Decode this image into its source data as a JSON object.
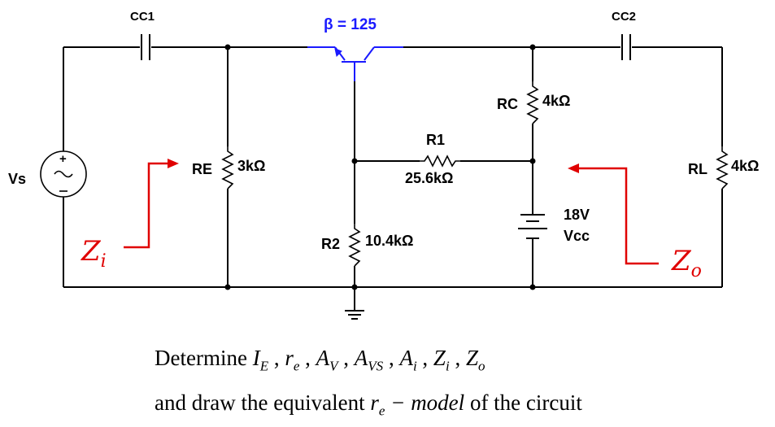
{
  "components": {
    "cc1": "CC1",
    "cc2": "CC2",
    "beta": "β = 125",
    "rc": "RC",
    "rc_value": "4kΩ",
    "r1": "R1",
    "r1_value": "25.6kΩ",
    "re": "RE",
    "re_value": "3kΩ",
    "r2": "R2",
    "r2_value": "10.4kΩ",
    "rl": "RL",
    "rl_value": "4kΩ",
    "vs": "Vs",
    "supply_voltage": "18V",
    "supply_name": "Vcc"
  },
  "impedance_labels": {
    "zi_main": "Z",
    "zi_sub": "i",
    "zo_main": "Z",
    "zo_sub": "o"
  },
  "colors": {
    "transistor": "#1a1aff",
    "arrows": "#e00000",
    "wires": "#000000"
  },
  "task": {
    "line1_prefix": "Determine ",
    "quantities": [
      {
        "sym": "I",
        "sub": "E"
      },
      {
        "sym": "r",
        "sub": "e"
      },
      {
        "sym": "A",
        "sub": "V"
      },
      {
        "sym": "A",
        "sub": "VS"
      },
      {
        "sym": "A",
        "sub": "i"
      },
      {
        "sym": "Z",
        "sub": "i"
      },
      {
        "sym": "Z",
        "sub": "o"
      }
    ],
    "line2_prefix": "and draw the equivalent ",
    "model_sym": "r",
    "model_sub": "e",
    "model_rest": " − model",
    "line2_suffix": " of the circuit"
  }
}
